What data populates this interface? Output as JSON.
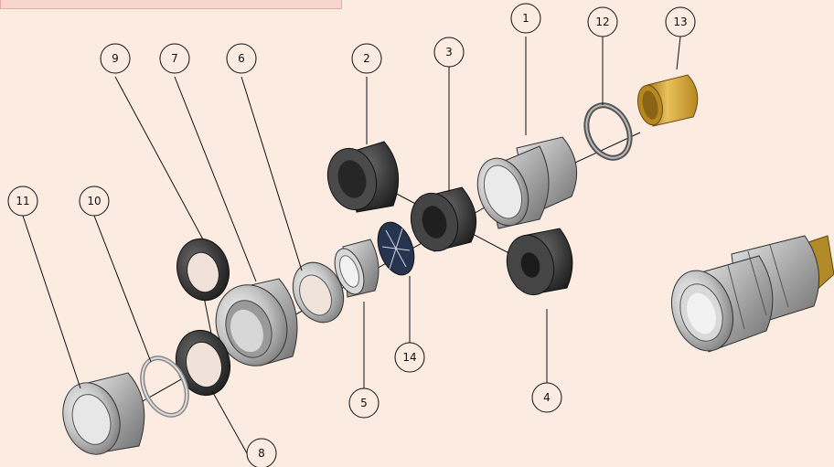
{
  "callouts": [
    {
      "id": "1",
      "label": "1"
    },
    {
      "id": "2",
      "label": "2"
    },
    {
      "id": "3",
      "label": "3"
    },
    {
      "id": "4",
      "label": "4"
    },
    {
      "id": "5",
      "label": "5"
    },
    {
      "id": "6",
      "label": "6"
    },
    {
      "id": "7",
      "label": "7"
    },
    {
      "id": "8",
      "label": "8"
    },
    {
      "id": "9",
      "label": "9"
    },
    {
      "id": "10",
      "label": "10"
    },
    {
      "id": "11",
      "label": "11"
    },
    {
      "id": "12",
      "label": "12"
    },
    {
      "id": "13",
      "label": "13"
    },
    {
      "id": "14",
      "label": "14"
    }
  ],
  "colors": {
    "background": "#fbebe1",
    "metal": "#c9c9c9",
    "rubber": "#3a3a3a",
    "brass": "#d4a63a",
    "blue_disc": "#27344f"
  }
}
